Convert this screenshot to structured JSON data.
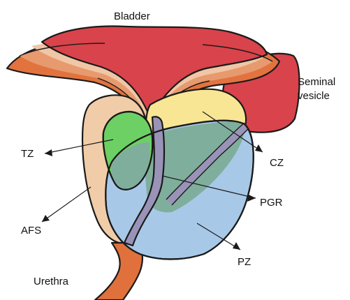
{
  "labels": {
    "bladder": "Bladder",
    "seminal_vesicle_line1": "Seminal",
    "seminal_vesicle_line2": "vesicle",
    "tz": "TZ",
    "cz": "CZ",
    "pgr": "PGR",
    "afs": "AFS",
    "pz": "PZ",
    "urethra": "Urethra"
  },
  "colors": {
    "bladder": "#d9434b",
    "seminal_vesicle": "#d9434b",
    "bladder_band_outer": "#e2733f",
    "bladder_band_mid": "#e79a6e",
    "bladder_band_inner": "#f0c6a6",
    "afs": "#f1cca8",
    "tz": "#6dd064",
    "cz": "#f8e694",
    "pz": "#a8c8e8",
    "pz_overlap": "#7fae9c",
    "pgr": "#9a93b8",
    "urethra": "#e0713c",
    "outline": "#1a1a1a"
  }
}
